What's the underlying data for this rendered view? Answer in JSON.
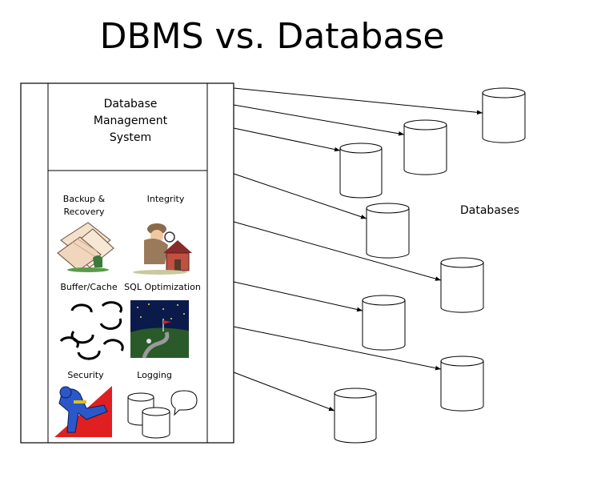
{
  "slide": {
    "title": "DBMS vs. Database"
  },
  "dbms_box": {
    "title_lines": [
      "Database",
      "Management",
      "System"
    ]
  },
  "features": [
    {
      "lines": [
        "Backup &",
        "Recovery"
      ],
      "icon": "backup-recovery-clipart"
    },
    {
      "lines": [
        "Integrity"
      ],
      "icon": "integrity-detective-clipart"
    },
    {
      "lines": [
        "Buffer/Cache"
      ],
      "icon": "buffer-cache-rings"
    },
    {
      "lines": [
        "SQL Optimization"
      ],
      "icon": "sql-optimization-night-path"
    },
    {
      "lines": [
        "Security"
      ],
      "icon": "security-figure-clipart"
    },
    {
      "lines": [
        "Logging"
      ],
      "icon": "logging-cylinders"
    }
  ],
  "databases": {
    "label": "Databases",
    "count": 8
  },
  "colors": {
    "stroke": "#000000",
    "background": "#ffffff",
    "night_sky": "#0a1a4a",
    "security_blue": "#2a58c8",
    "security_red": "#e02020"
  }
}
